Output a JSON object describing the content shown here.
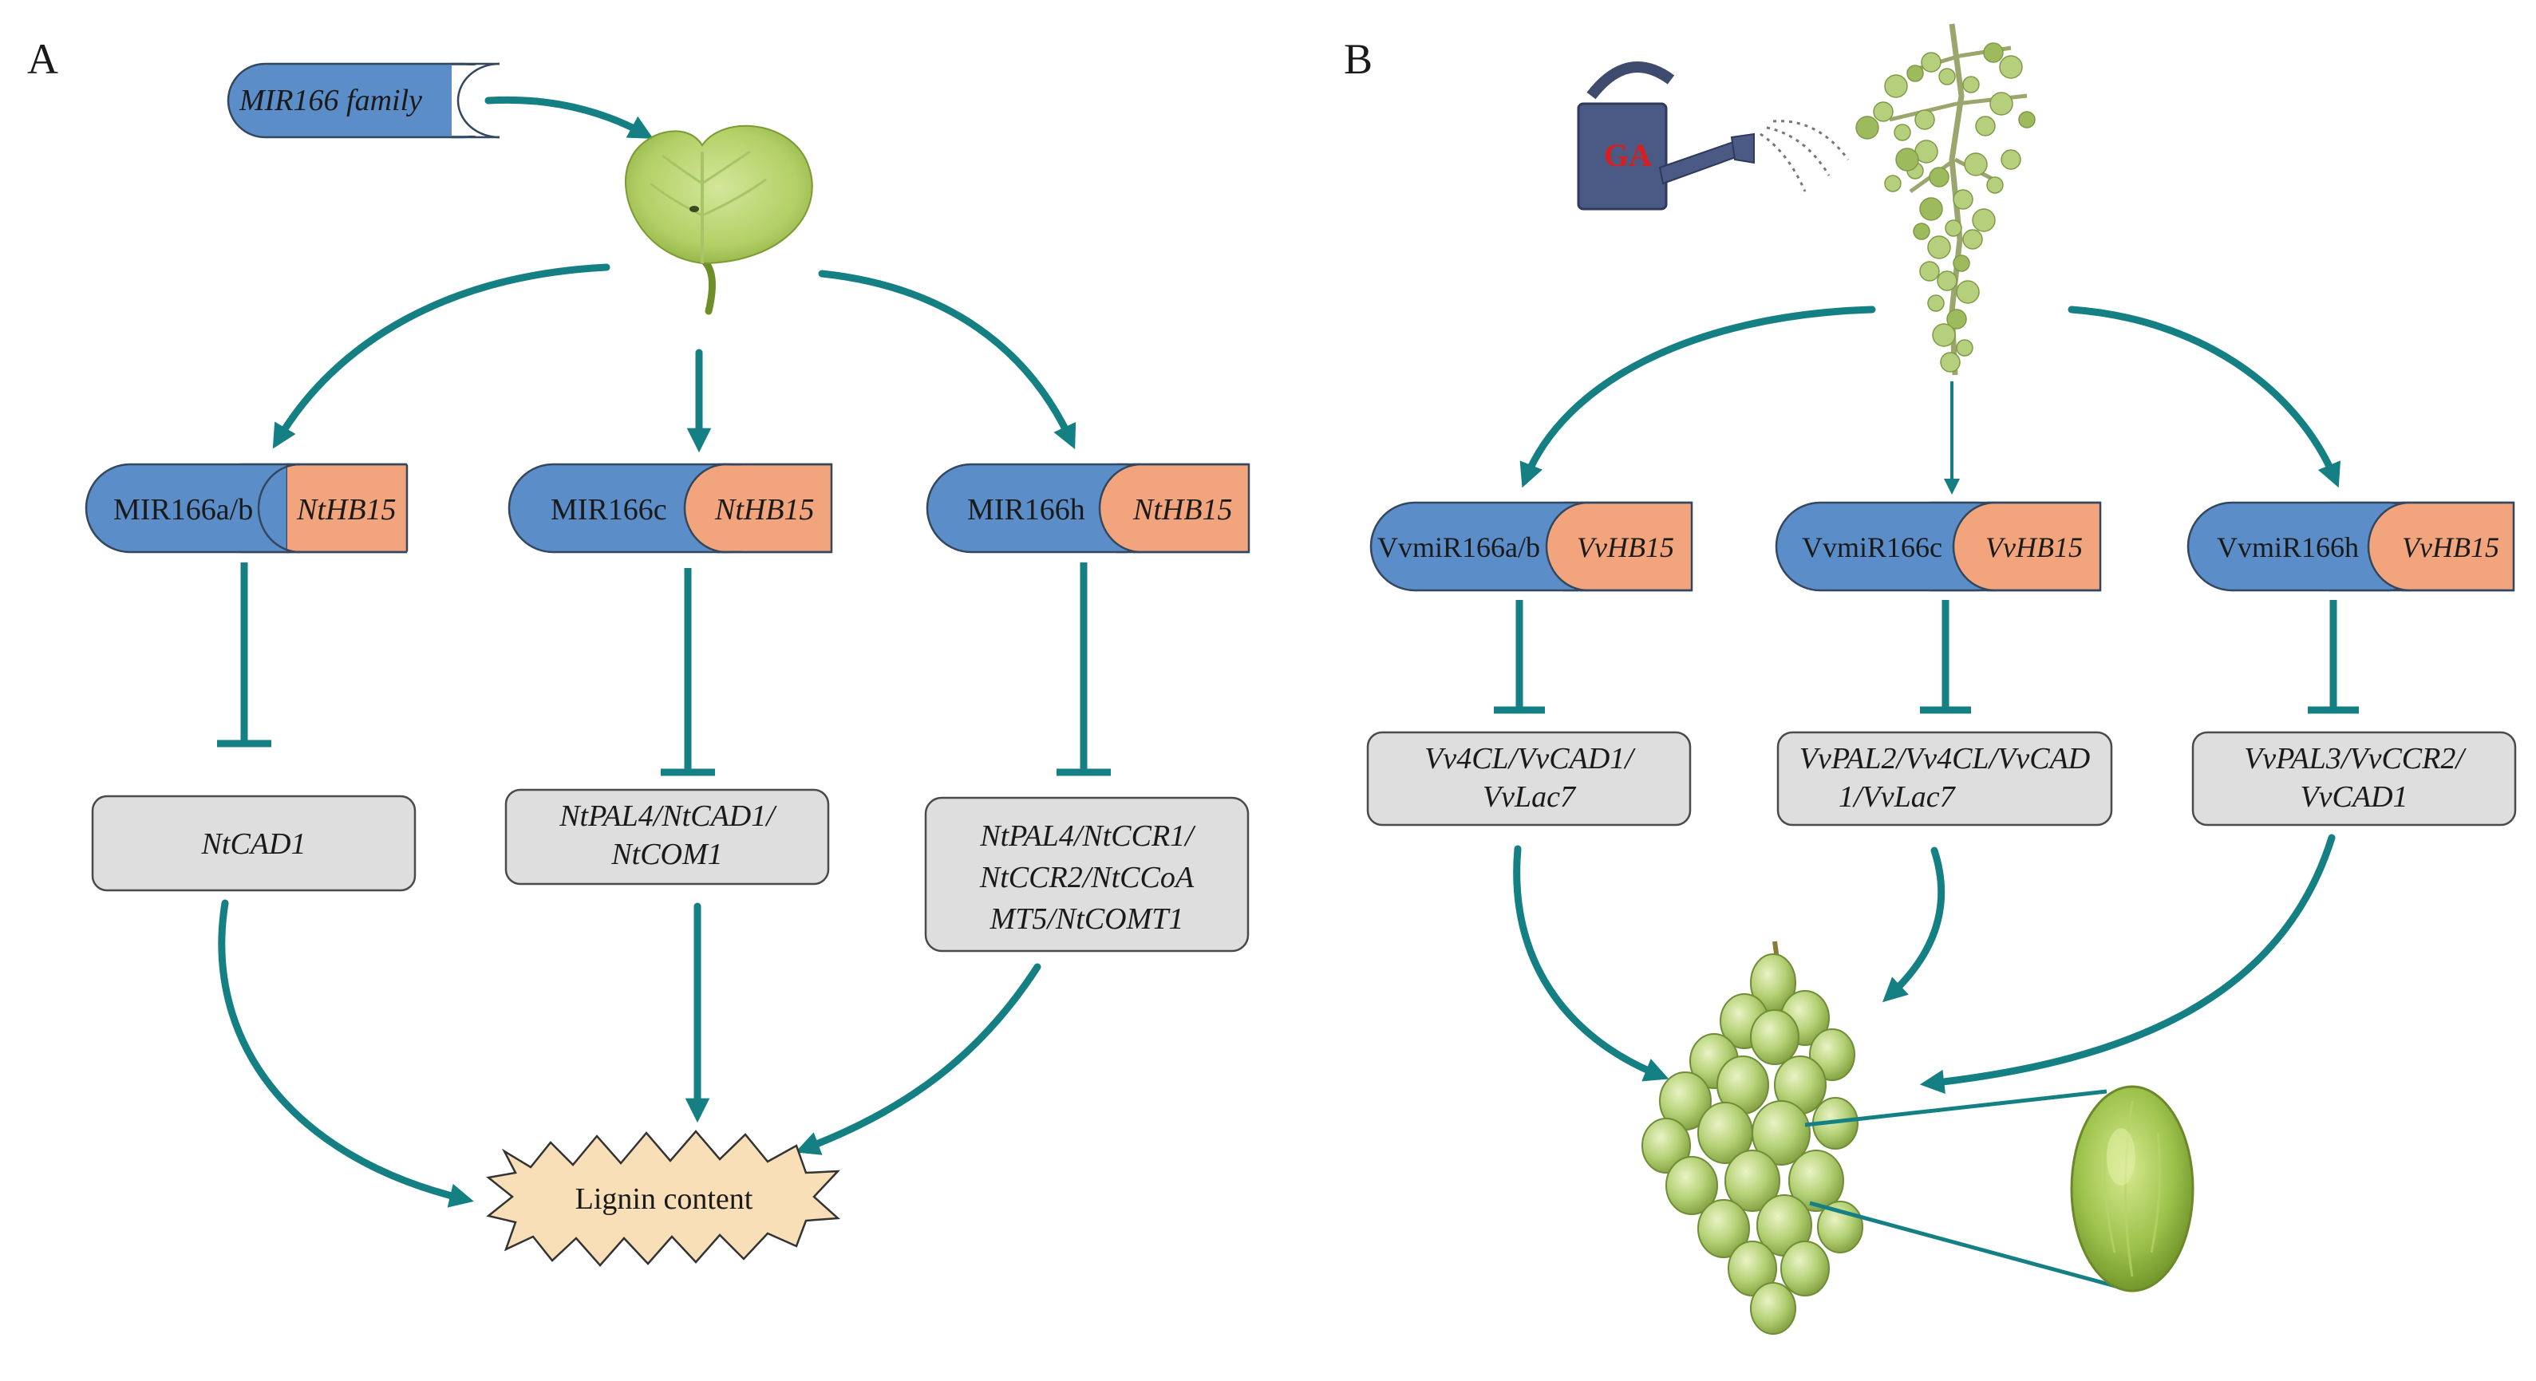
{
  "panels": {
    "a": {
      "label": "A",
      "family_label": "MIR166 family",
      "mirna": [
        {
          "name": "MIR166a/b",
          "target": "NtHB15"
        },
        {
          "name": "MIR166c",
          "target": "NtHB15"
        },
        {
          "name": "MIR166h",
          "target": "NtHB15"
        }
      ],
      "genes": [
        {
          "lines": [
            "NtCAD1"
          ]
        },
        {
          "lines": [
            "NtPAL4/NtCAD1/",
            "NtCOM1"
          ]
        },
        {
          "lines": [
            "NtPAL4/NtCCR1/",
            "NtCCR2/NtCCoA",
            "MT5/NtCOMT1"
          ]
        }
      ],
      "outcome": "Lignin content"
    },
    "b": {
      "label": "B",
      "treatment_label": "GA",
      "mirna": [
        {
          "name": "VvmiR166a/b",
          "target": "VvHB15"
        },
        {
          "name": "VvmiR166c",
          "target": "VvHB15"
        },
        {
          "name": "VvmiR166h",
          "target": "VvHB15"
        }
      ],
      "genes": [
        {
          "lines": [
            "Vv4CL/VvCAD1/",
            "VvLac7"
          ]
        },
        {
          "lines": [
            "VvPAL2/Vv4CL/VvCAD",
            "1/VvLac7"
          ]
        },
        {
          "lines": [
            "VvPAL3/VvCCR2/",
            "VvCAD1"
          ]
        }
      ]
    }
  },
  "colors": {
    "arrow": "#148083",
    "mirna_fill": "#5b8ec8",
    "target_fill": "#f2a57c",
    "gene_box_fill": "#dedede",
    "outcome_fill": "#f8dfb7",
    "ga_text": "#d81e1e"
  },
  "icons": [
    "leaf-icon",
    "watering-can-icon",
    "grape-inflorescence-icon",
    "grape-cluster-icon",
    "grape-berry-icon"
  ]
}
